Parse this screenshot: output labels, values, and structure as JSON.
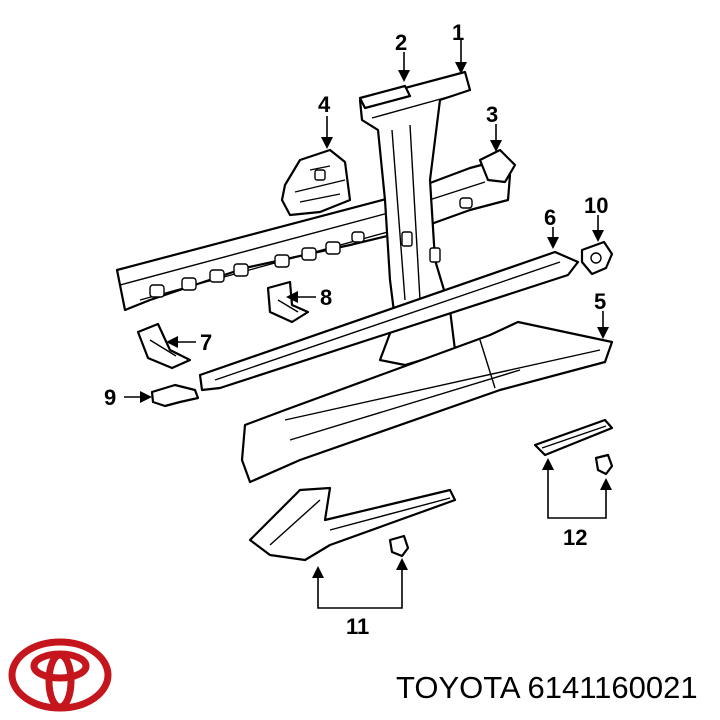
{
  "callouts": [
    "1",
    "2",
    "3",
    "4",
    "5",
    "6",
    "7",
    "8",
    "9",
    "10",
    "11",
    "12"
  ],
  "caption": "TOYOTA 6141160021",
  "brand_color": "#c4161c"
}
